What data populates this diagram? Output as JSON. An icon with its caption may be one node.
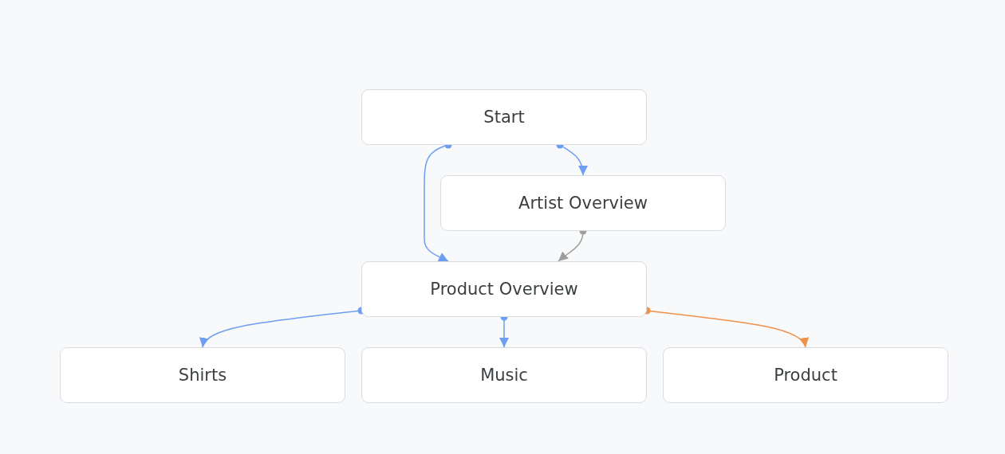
{
  "diagram": {
    "nodes": [
      {
        "text": [
          "Start"
        ]
      },
      {
        "text": [
          "Artist Overview"
        ]
      },
      {
        "text": [
          "Product Overview"
        ]
      },
      {
        "text": [
          "Shirts"
        ]
      },
      {
        "text": [
          "Music"
        ]
      },
      {
        "text": [
          "Product"
        ]
      }
    ],
    "edges": [
      {
        "from": 0,
        "to": 2,
        "arrow": "to"
      },
      {
        "from": 0,
        "to": 1,
        "arrow": "to"
      },
      {
        "from": 1,
        "to": 2,
        "arrow": "to",
        "color": "#9e9e9e"
      },
      {
        "from": 2,
        "to": 3,
        "arrow": "to"
      },
      {
        "from": 2,
        "to": 4,
        "arrow": "to"
      },
      {
        "from": 2,
        "to": 5,
        "arrow": "to",
        "color": "#f0914a"
      }
    ]
  }
}
